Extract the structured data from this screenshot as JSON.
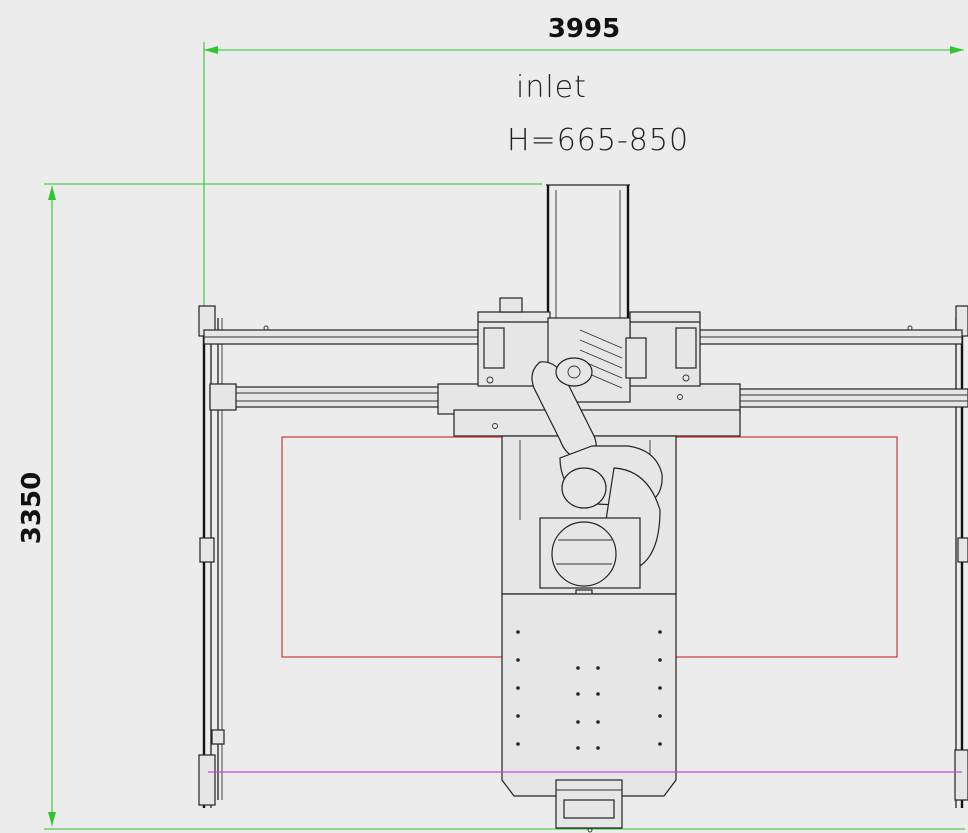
{
  "dimensions": {
    "width_label": "3995",
    "height_label": "3350"
  },
  "annotations": {
    "inlet_label": "inlet",
    "height_range_label": "H=665-850"
  },
  "colors": {
    "background": "#ececec",
    "dimension_lines": "#2fc52f",
    "work_zone_outline": "#c83a3a",
    "guard_line": "#c04ad8",
    "drawing_lines": "#222222"
  },
  "icons": [
    "robot-arm-icon",
    "controller-box-icon"
  ]
}
